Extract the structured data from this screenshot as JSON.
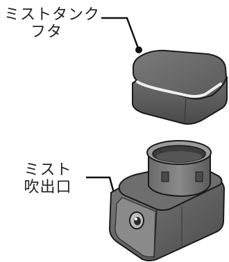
{
  "labels": {
    "cap": {
      "line1": "ミストタンク",
      "line2": "フタ"
    },
    "outlet": {
      "line1": "ミスト",
      "line2": "吹出口"
    }
  },
  "colors": {
    "body_dark": "#4a4a4a",
    "body_mid": "#6b6b6b",
    "body_light": "#8a8a8a",
    "highlight": "#e6e6e6",
    "outline": "#1a1a1a",
    "leader": "#111111"
  }
}
